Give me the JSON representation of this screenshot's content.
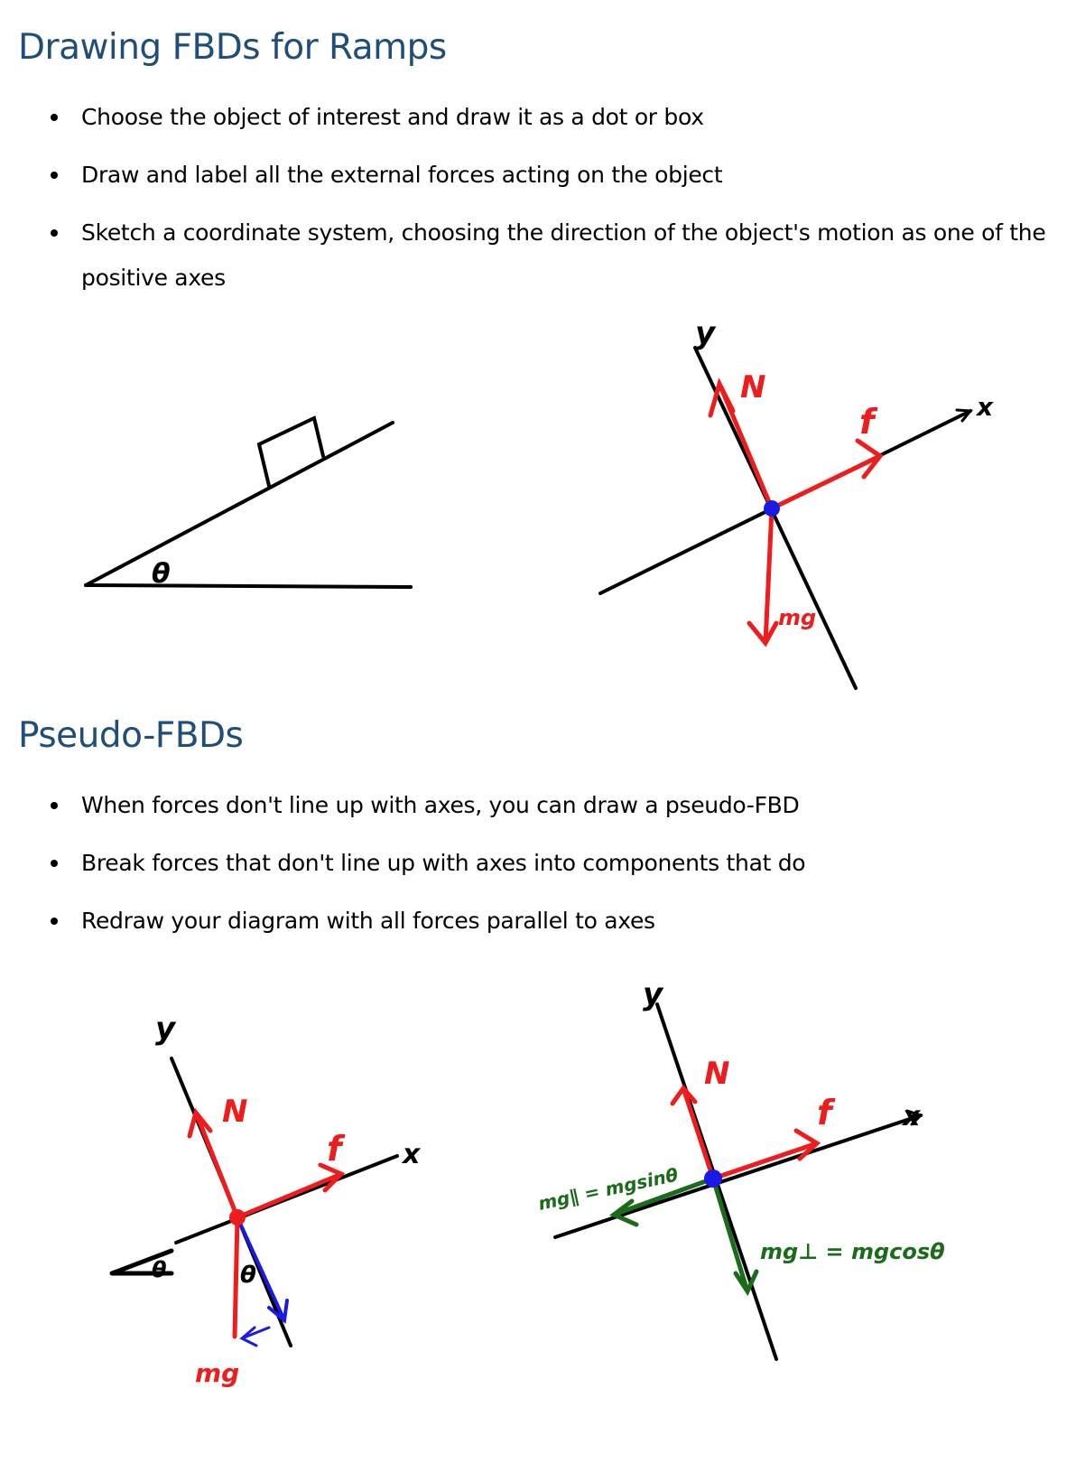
{
  "section1": {
    "title": "Drawing FBDs for Ramps",
    "bullets": [
      "Choose the object of interest and draw it as a dot or box",
      "Draw and label all the external forces acting on the object",
      "Sketch a coordinate system, choosing the direction of the object's motion as one of the positive axes"
    ],
    "diagram_ramp": {
      "angle_label": "θ"
    },
    "diagram_fbd": {
      "y_label": "y",
      "x_label": "x",
      "normal_label": "N",
      "friction_label": "f",
      "weight_label": "mg"
    }
  },
  "section2": {
    "title": "Pseudo-FBDs",
    "bullets": [
      "When forces don't line up with axes, you can draw a pseudo-FBD",
      "Break forces that don't line up with axes into components that do",
      "Redraw your diagram with all forces parallel to axes"
    ],
    "diagram_left": {
      "y_label": "y",
      "x_label": "x",
      "normal_label": "N",
      "friction_label": "f",
      "weight_label": "mg",
      "angle_label_ramp": "θ",
      "angle_label_weight": "θ"
    },
    "diagram_right": {
      "y_label": "y",
      "x_label": "x",
      "normal_label": "N",
      "friction_label": "f",
      "parallel_label": "mg∥ = mgsinθ",
      "perp_label": "mg⊥ = mgcosθ"
    }
  },
  "colors": {
    "heading": "#1f4e79",
    "force": "#ee1c1c",
    "component": "#1a6b1a",
    "point": "#1a1ae6"
  }
}
